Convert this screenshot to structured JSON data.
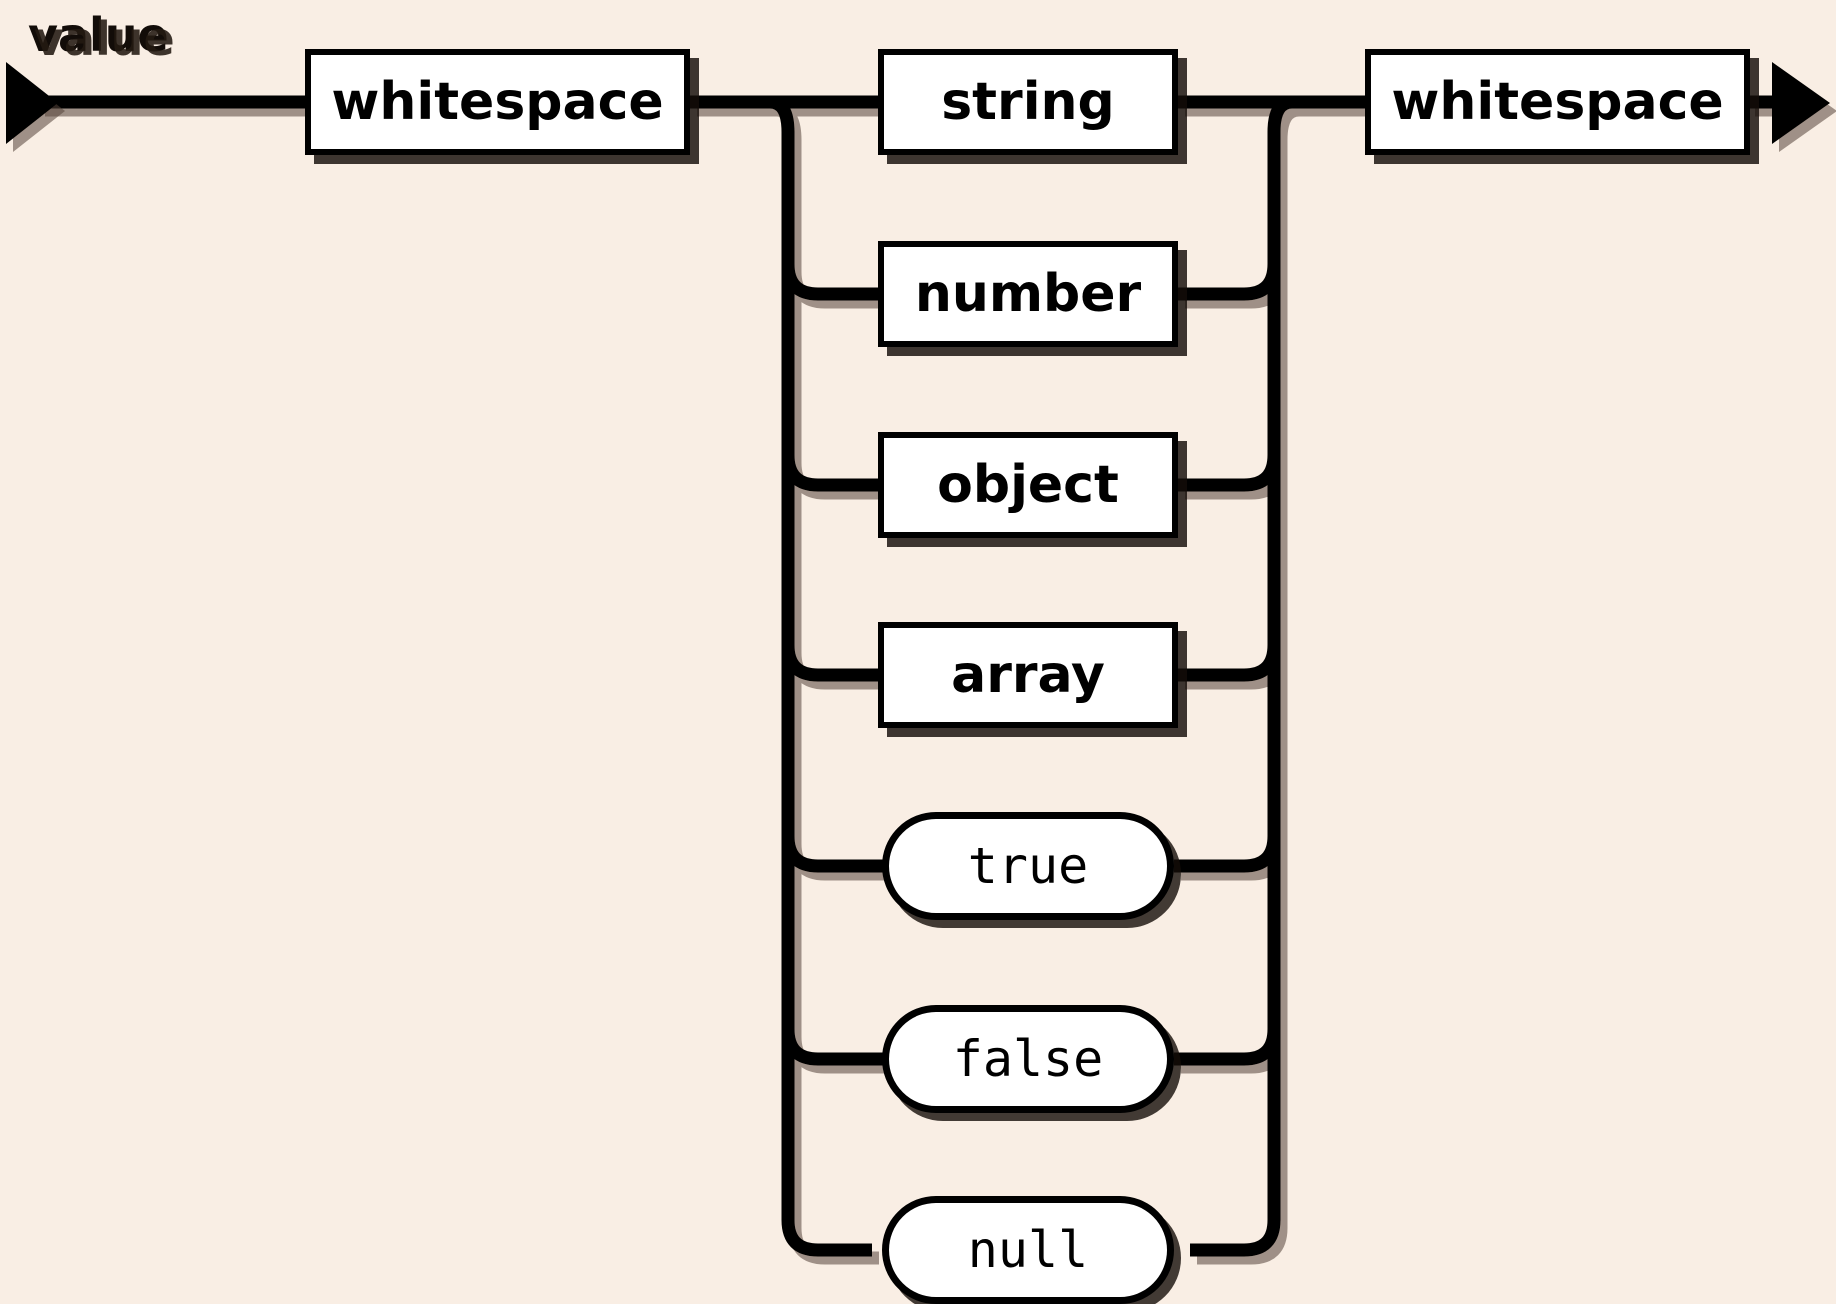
{
  "diagram": {
    "kind": "railroad-syntax-diagram",
    "title": "value",
    "background_color": "#f9eee4",
    "line_color": "#000000",
    "node_fill": "#ffffff",
    "entry_arrow": "arrow-right-start",
    "exit_arrow": "arrow-right-end",
    "sequence": [
      {
        "id": "ws-left",
        "label": "whitespace",
        "kind": "nonterminal"
      },
      {
        "id": "choice",
        "label": "",
        "kind": "choice"
      },
      {
        "id": "ws-right",
        "label": "whitespace",
        "kind": "nonterminal"
      }
    ],
    "alternatives": [
      {
        "id": "string",
        "label": "string",
        "kind": "nonterminal",
        "row": 0
      },
      {
        "id": "number",
        "label": "number",
        "kind": "nonterminal",
        "row": 1
      },
      {
        "id": "object",
        "label": "object",
        "kind": "nonterminal",
        "row": 2
      },
      {
        "id": "array",
        "label": "array",
        "kind": "nonterminal",
        "row": 3
      },
      {
        "id": "true",
        "label": "true",
        "kind": "terminal",
        "row": 4
      },
      {
        "id": "false",
        "label": "false",
        "kind": "terminal",
        "row": 5
      },
      {
        "id": "null",
        "label": "null",
        "kind": "terminal",
        "row": 6
      }
    ]
  }
}
